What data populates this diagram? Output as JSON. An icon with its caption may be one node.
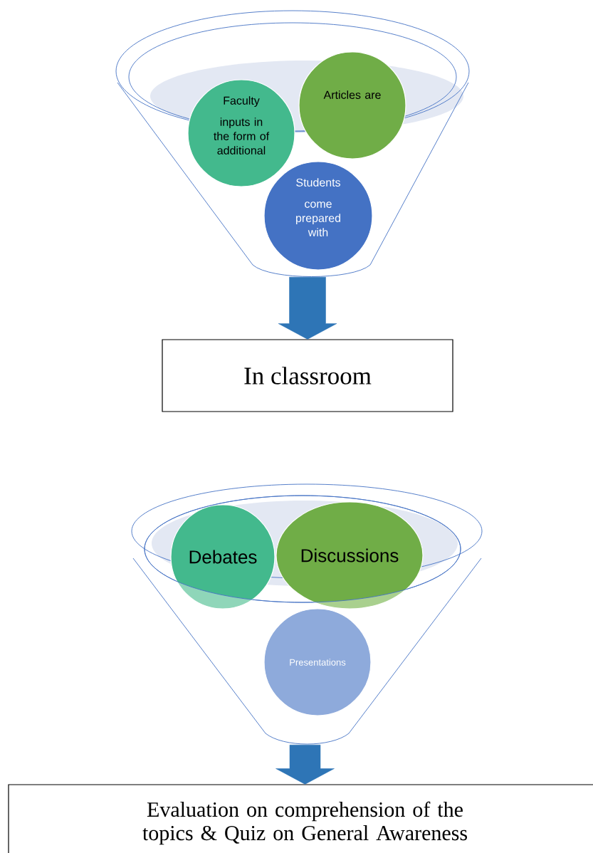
{
  "diagram": {
    "nodes": [
      {
        "text": [],
        "shape": "funnel"
      },
      {
        "text": [
          "Faculty",
          "inputs in the form of additional"
        ],
        "in": 0
      },
      {
        "text": [
          "Articles are"
        ],
        "in": 0
      },
      {
        "text": [
          "Students",
          "come prepared with"
        ],
        "in": 0
      },
      {
        "text": [
          "In classroom"
        ]
      },
      {
        "text": [],
        "shape": "funnel"
      },
      {
        "text": [
          "Debates"
        ],
        "in": 5
      },
      {
        "text": [
          "Discussions"
        ],
        "in": 5
      },
      {
        "text": [
          "Presentations"
        ],
        "in": 5
      },
      {
        "text": [
          "Evaluation on comprehension of the topics & Quiz on General Awareness"
        ]
      }
    ],
    "edges": [
      {
        "from": 0,
        "to": 4,
        "arrow": "to"
      },
      {
        "from": 5,
        "to": 9,
        "arrow": "to"
      }
    ]
  }
}
